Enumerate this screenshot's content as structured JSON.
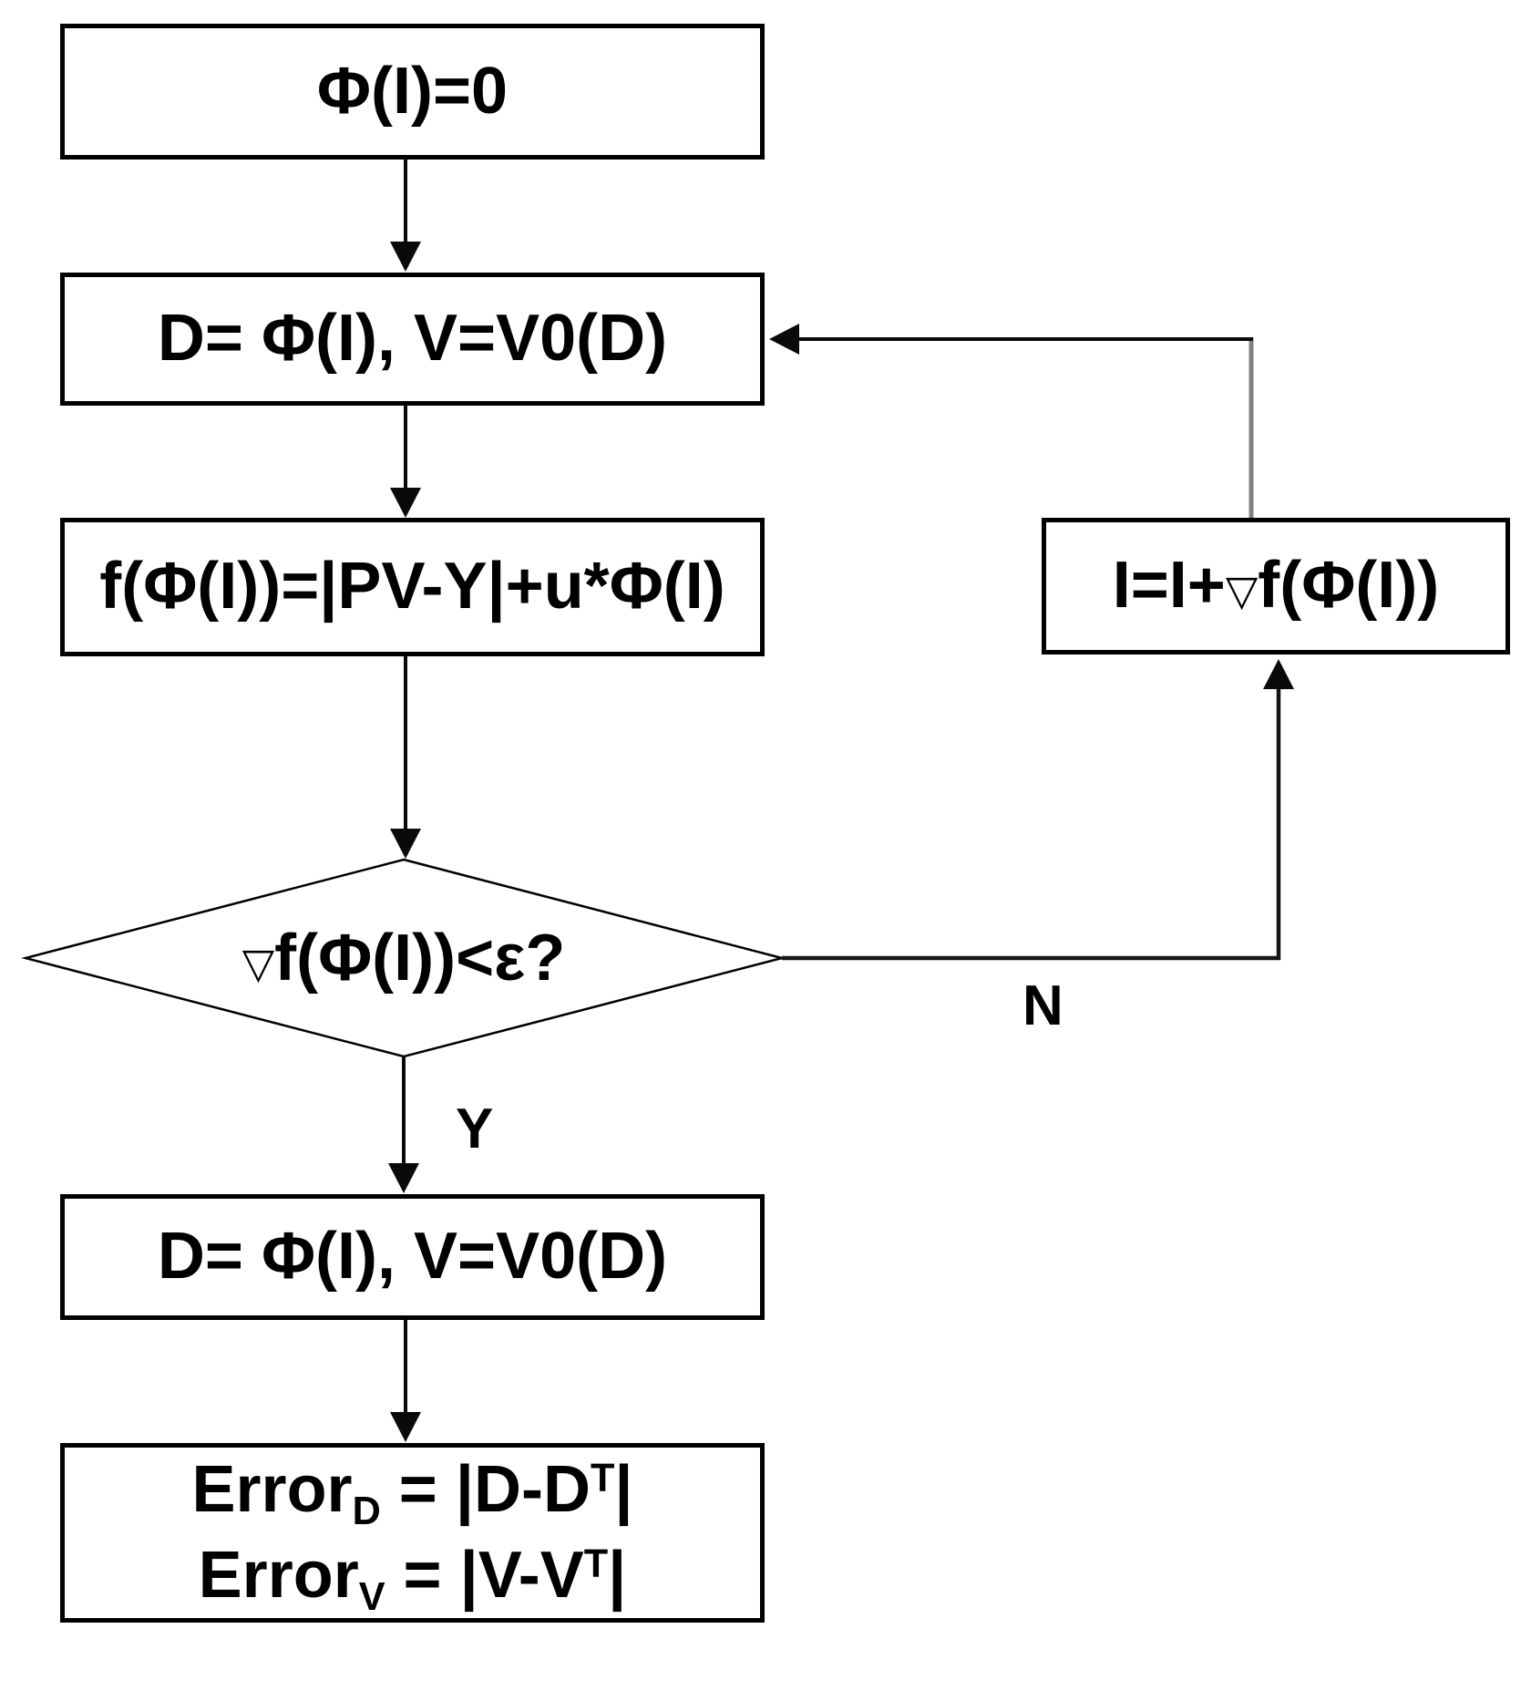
{
  "diagram": {
    "title_hint": "gradient-descent flowchart",
    "colors": {
      "background": "#ffffff",
      "line": "#0a0a0a",
      "loop_segment_gray": "#808080",
      "text": "#000000"
    },
    "nodes": {
      "init": {
        "shape": "rect",
        "label": "Φ(I)=0"
      },
      "assign1": {
        "shape": "rect",
        "label": "D= Φ(I), V=V0(D)"
      },
      "objective": {
        "shape": "rect",
        "label": "f(Φ(I))=|PV-Y|+u*Φ(I)"
      },
      "decision": {
        "shape": "diamond",
        "nabla": "▽",
        "rest": "f(Φ(I))<ε?"
      },
      "update": {
        "shape": "rect",
        "pre": "I=I+",
        "nabla": "▽",
        "post": "f(Φ(I))"
      },
      "assign2": {
        "shape": "rect",
        "label": "D= Φ(I), V=V0(D)"
      },
      "errors": {
        "shape": "rect",
        "line1": {
          "base": "Error",
          "sub": "D",
          "mid": " = |D-D",
          "sup": "T",
          "end": "|"
        },
        "line2": {
          "base": "Error",
          "sub": "V",
          "mid": " = |V-V",
          "sup": "T",
          "end": "|"
        }
      }
    },
    "edge_labels": {
      "yes": "Y",
      "no": "N"
    },
    "edges": [
      {
        "from": "init",
        "to": "assign1"
      },
      {
        "from": "assign1",
        "to": "objective"
      },
      {
        "from": "objective",
        "to": "decision"
      },
      {
        "from": "decision",
        "to": "assign2",
        "label": "Y"
      },
      {
        "from": "decision",
        "to": "update",
        "label": "N"
      },
      {
        "from": "update",
        "to": "assign1"
      },
      {
        "from": "assign2",
        "to": "errors"
      }
    ]
  }
}
